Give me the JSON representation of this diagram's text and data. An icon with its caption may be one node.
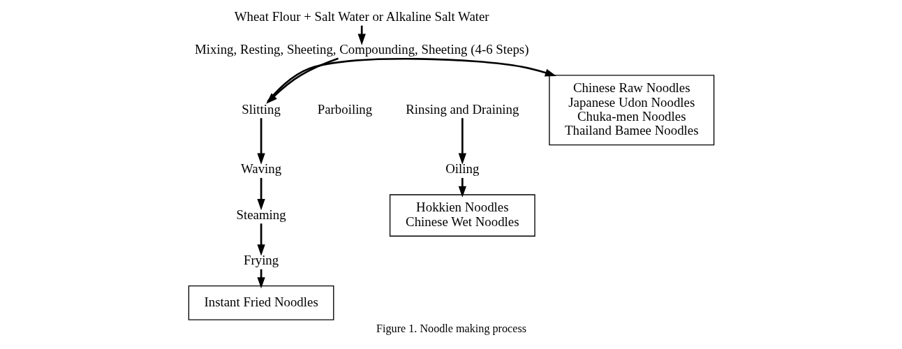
{
  "diagram": {
    "caption": "Figure 1. Noodle making process",
    "nodes": [
      {
        "text": [
          "Wheat Flour + Salt Water or Alkaline Salt Water"
        ]
      },
      {
        "text": [
          "Mixing, Resting, Sheeting, Compounding, Sheeting (4-6 Steps)"
        ]
      },
      {
        "text": [
          "Chinese Raw Noodles",
          "Japanese Udon Noodles",
          "Chuka-men Noodles",
          "Thailand Bamee Noodles"
        ]
      },
      {
        "text": [
          "Slitting"
        ]
      },
      {
        "text": [
          "Parboiling"
        ]
      },
      {
        "text": [
          "Rinsing and Draining"
        ]
      },
      {
        "text": [
          "Waving"
        ]
      },
      {
        "text": [
          "Oiling"
        ]
      },
      {
        "text": [
          "Steaming"
        ]
      },
      {
        "text": [
          "Hokkien Noodles",
          "Chinese Wet Noodles"
        ]
      },
      {
        "text": [
          "Frying"
        ]
      },
      {
        "text": [
          "Instant Fried Noodles"
        ]
      }
    ],
    "edges": [
      {
        "from": 0,
        "to": 1,
        "arrow": "to"
      },
      {
        "from": 1,
        "to": 3,
        "arrow": "to"
      },
      {
        "from": 3,
        "to": 2,
        "arrow": "to"
      },
      {
        "from": 3,
        "to": 6,
        "arrow": "to"
      },
      {
        "from": 5,
        "to": 7,
        "arrow": "to"
      },
      {
        "from": 7,
        "to": 9,
        "arrow": "to"
      },
      {
        "from": 6,
        "to": 8,
        "arrow": "to"
      },
      {
        "from": 8,
        "to": 10,
        "arrow": "to"
      },
      {
        "from": 10,
        "to": 11,
        "arrow": "to"
      }
    ]
  }
}
